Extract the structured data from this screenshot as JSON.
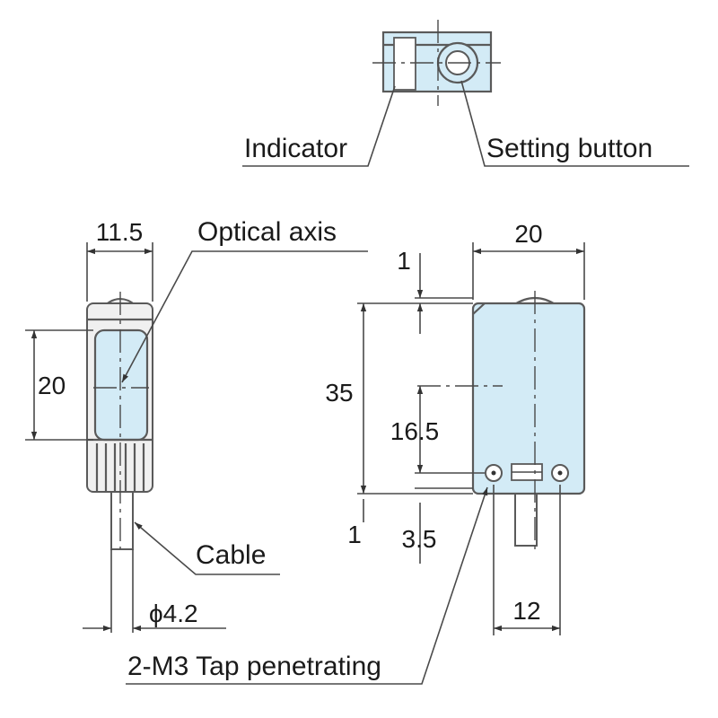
{
  "labels": {
    "indicator": "Indicator",
    "setting_button": "Setting button",
    "optical_axis": "Optical axis",
    "cable": "Cable",
    "tap": "2-M3 Tap penetrating"
  },
  "dimensions": {
    "side_width": "11.5",
    "side_lens_height": "20",
    "cable_diameter": "ϕ4.2",
    "front_width": "20",
    "top_offset": "1",
    "height": "35",
    "axis_height": "16.5",
    "bottom_offset": "1",
    "hole_height": "3.5",
    "hole_spacing": "12"
  }
}
